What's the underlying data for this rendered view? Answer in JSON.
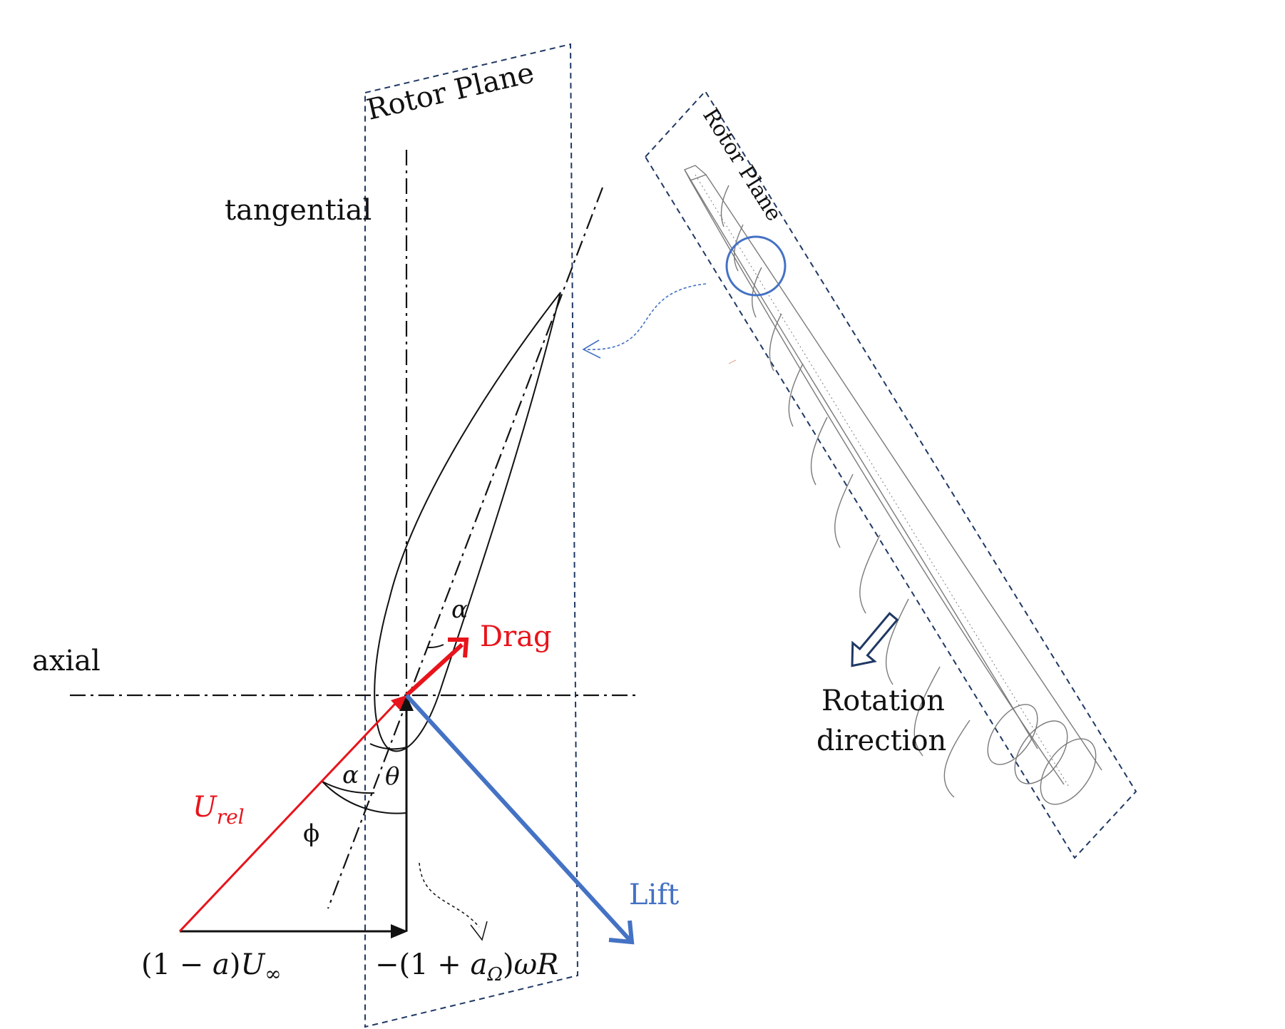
{
  "labels": {
    "rotor_plane_main": "Rotor Plane",
    "rotor_plane_blade": "Rotor Plane",
    "tangential": "tangential",
    "axial": "axial",
    "drag": "Drag",
    "lift": "Lift",
    "rotation_direction_line1": "Rotation",
    "rotation_direction_line2": "direction",
    "u_rel_base": "U",
    "u_rel_sub": "rel",
    "alpha_upper": "α",
    "alpha_lower": "α",
    "theta": "θ",
    "phi": "ϕ",
    "axial_velocity_left": "(1 − ",
    "axial_velocity_a": "a",
    "axial_velocity_right": ")",
    "axial_velocity_U": "U",
    "axial_velocity_sub": "∞",
    "tangential_velocity_prefix": "−(1 + ",
    "tangential_velocity_a": "a",
    "tangential_velocity_sub": "Ω",
    "tangential_velocity_suffix": ")",
    "tangential_velocity_omega": "ωR"
  },
  "colors": {
    "drag": "#e8141b",
    "u_rel": "#e8141b",
    "lift": "#4472c4",
    "frame": "#1f3864",
    "highlight_circle": "#4472c4",
    "callout_arrow": "#4472c4",
    "line": "#111111",
    "blade_sketch": "#7a7a7a"
  }
}
